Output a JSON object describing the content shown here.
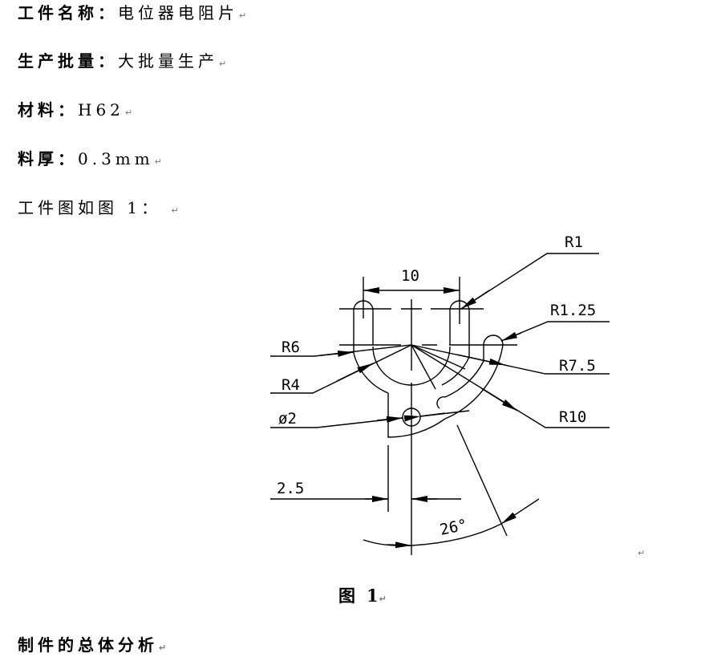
{
  "document": {
    "fields": [
      {
        "label": "工件名称：",
        "value": "电位器电阻片"
      },
      {
        "label": "生产批量：",
        "value": "大批量生产"
      },
      {
        "label": "材料：",
        "value": "H62"
      },
      {
        "label": "料厚：",
        "value": "0.3mm"
      }
    ],
    "intro": "工件图如图 1：",
    "paragraph_mark": "↵",
    "figure": {
      "caption_prefix": "图",
      "caption_number": "1",
      "dimensions": {
        "width_10": "10",
        "r1": "R1",
        "r1_25": "R1.25",
        "r6": "R6",
        "r7_5": "R7.5",
        "r4": "R4",
        "r10": "R10",
        "d2": "ø2",
        "offset_2_5": "2.5",
        "angle_26": "26°"
      }
    },
    "section_heading": "制件的总体分析"
  }
}
